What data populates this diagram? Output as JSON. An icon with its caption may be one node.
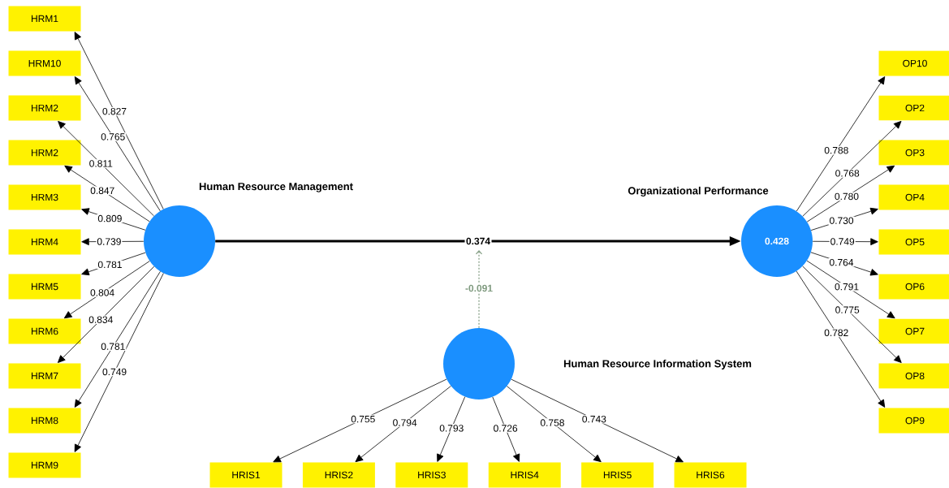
{
  "diagram": {
    "nodes": [
      {
        "text": [
          "Human Resource Management"
        ]
      },
      {
        "text": [
          "Organizational Performance",
          "0.428"
        ]
      },
      {
        "text": [
          "Human Resource Information System"
        ]
      },
      {
        "text": [
          "HRM1"
        ]
      },
      {
        "text": [
          "HRM10"
        ]
      },
      {
        "text": [
          "HRM2"
        ]
      },
      {
        "text": [
          "HRM2"
        ]
      },
      {
        "text": [
          "HRM3"
        ]
      },
      {
        "text": [
          "HRM4"
        ]
      },
      {
        "text": [
          "HRM5"
        ]
      },
      {
        "text": [
          "HRM6"
        ]
      },
      {
        "text": [
          "HRM7"
        ]
      },
      {
        "text": [
          "HRM8"
        ]
      },
      {
        "text": [
          "HRM9"
        ]
      },
      {
        "text": [
          "OP10"
        ]
      },
      {
        "text": [
          "OP2"
        ]
      },
      {
        "text": [
          "OP3"
        ]
      },
      {
        "text": [
          "OP4"
        ]
      },
      {
        "text": [
          "OP5"
        ]
      },
      {
        "text": [
          "OP6"
        ]
      },
      {
        "text": [
          "OP7"
        ]
      },
      {
        "text": [
          "OP8"
        ]
      },
      {
        "text": [
          "OP9"
        ]
      },
      {
        "text": [
          "HRIS1"
        ]
      },
      {
        "text": [
          "HRIS2"
        ]
      },
      {
        "text": [
          "HRIS3"
        ]
      },
      {
        "text": [
          "HRIS4"
        ]
      },
      {
        "text": [
          "HRIS5"
        ]
      },
      {
        "text": [
          "HRIS6"
        ]
      }
    ],
    "edges": [
      {
        "from": 0,
        "to": 1,
        "arrow": "to",
        "label": "0.374",
        "style": "thick"
      },
      {
        "from": 2,
        "to": null,
        "arrow": "to",
        "label": "-0.091",
        "style": "dashed",
        "color": "#7f9a7f"
      },
      {
        "from": 0,
        "to": 3,
        "arrow": "to",
        "label": "0.827"
      },
      {
        "from": 0,
        "to": 4,
        "arrow": "to",
        "label": "0.765"
      },
      {
        "from": 0,
        "to": 5,
        "arrow": "to",
        "label": "0.811"
      },
      {
        "from": 0,
        "to": 6,
        "arrow": "to",
        "label": "0.847"
      },
      {
        "from": 0,
        "to": 7,
        "arrow": "to",
        "label": "0.809"
      },
      {
        "from": 0,
        "to": 8,
        "arrow": "to",
        "label": "0.739"
      },
      {
        "from": 0,
        "to": 9,
        "arrow": "to",
        "label": "0.781"
      },
      {
        "from": 0,
        "to": 10,
        "arrow": "to",
        "label": "0.804"
      },
      {
        "from": 0,
        "to": 11,
        "arrow": "to",
        "label": "0.834"
      },
      {
        "from": 0,
        "to": 12,
        "arrow": "to",
        "label": "0.781"
      },
      {
        "from": 0,
        "to": 13,
        "arrow": "to",
        "label": "0.749"
      },
      {
        "from": 1,
        "to": 14,
        "arrow": "to",
        "label": "0.788"
      },
      {
        "from": 1,
        "to": 15,
        "arrow": "to",
        "label": "0.768"
      },
      {
        "from": 1,
        "to": 16,
        "arrow": "to",
        "label": "0.780"
      },
      {
        "from": 1,
        "to": 17,
        "arrow": "to",
        "label": "0.730"
      },
      {
        "from": 1,
        "to": 18,
        "arrow": "to",
        "label": "0.749"
      },
      {
        "from": 1,
        "to": 19,
        "arrow": "to",
        "label": "0.764"
      },
      {
        "from": 1,
        "to": 20,
        "arrow": "to",
        "label": "0.791"
      },
      {
        "from": 1,
        "to": 21,
        "arrow": "to",
        "label": "0.775"
      },
      {
        "from": 1,
        "to": 22,
        "arrow": "to",
        "label": "0.782"
      },
      {
        "from": 2,
        "to": 23,
        "arrow": "to",
        "label": "0.755"
      },
      {
        "from": 2,
        "to": 24,
        "arrow": "to",
        "label": "0.794"
      },
      {
        "from": 2,
        "to": 25,
        "arrow": "to",
        "label": "0.793"
      },
      {
        "from": 2,
        "to": 26,
        "arrow": "to",
        "label": "0.726"
      },
      {
        "from": 2,
        "to": 27,
        "arrow": "to",
        "label": "0.758"
      },
      {
        "from": 2,
        "to": 28,
        "arrow": "to",
        "label": "0.743"
      }
    ]
  }
}
